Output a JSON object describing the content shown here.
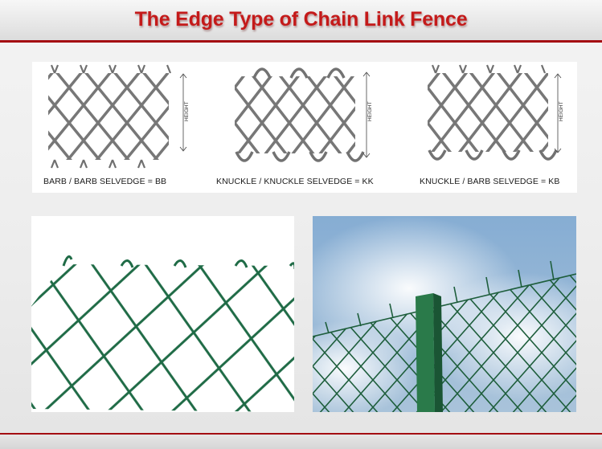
{
  "title": "The Edge Type of Chain Link Fence",
  "diagrams": [
    {
      "caption": "BARB / BARB SELVEDGE = BB",
      "height_label": "HEIGHT"
    },
    {
      "caption": "KNUCKLE / KNUCKLE SELVEDGE = KK",
      "height_label": "HEIGHT"
    },
    {
      "caption": "KNUCKLE / BARB SELVEDGE = KB",
      "height_label": "HEIGHT"
    }
  ],
  "colors": {
    "accent": "#a40d12",
    "title": "#c41a1a",
    "mesh_gray": "#7a7a7a",
    "mesh_green": "#1f6b46",
    "sky": "#8fb4d8"
  }
}
